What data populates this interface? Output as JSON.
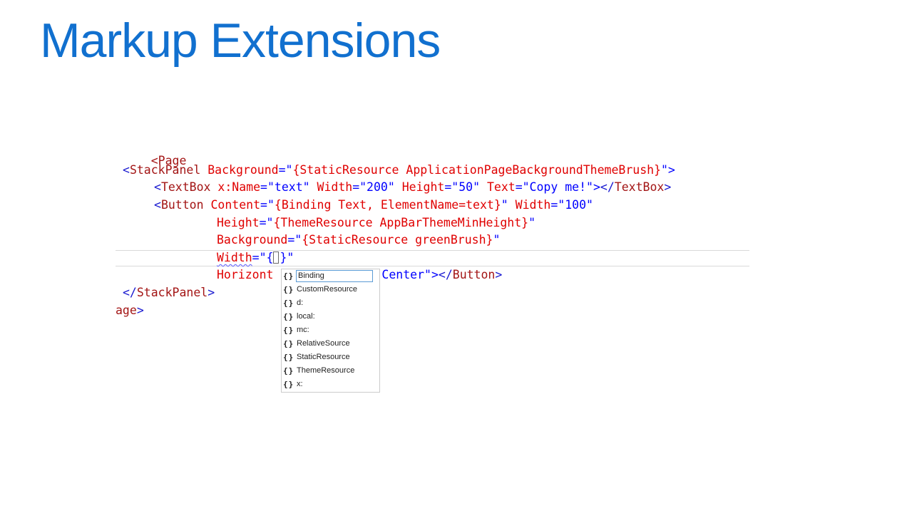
{
  "slide": {
    "title": "Markup Extensions"
  },
  "editor": {
    "top_fragment": "<Page",
    "stackpanel_open": {
      "lt": "<",
      "tag": "StackPanel",
      "attr": "Background",
      "eq": "=\"",
      "ext": "{StaticResource ApplicationPageBackgroundThemeBrush}",
      "close": "\">"
    },
    "textbox_line": {
      "lt": "<",
      "tag": "TextBox",
      "a1": " x:Name",
      "v1": "=\"text\"",
      "a2": " Width",
      "v2": "=\"200\"",
      "a3": " Height",
      "v3": "=\"50\"",
      "a4": " Text",
      "v4": "=\"Copy me!\">",
      "end": "</",
      "endtag": "TextBox",
      "endgt": ">"
    },
    "button_line": {
      "lt": "<",
      "tag": "Button",
      "a1": " Content",
      "eq1": "=\"",
      "ext1": "{Binding Text, ElementName=text}",
      "q1": "\"",
      "a2": " Width",
      "v2": "=\"100\""
    },
    "height_line": {
      "attr": "Height",
      "eq": "=\"",
      "ext": "{ThemeResource AppBarThemeMinHeight}",
      "q": "\""
    },
    "background_line": {
      "attr": "Background",
      "eq": "=\"",
      "ext": "{StaticResource greenBrush}",
      "q": "\""
    },
    "width_line": {
      "attr": "Width",
      "eq": "=\"",
      "brace_open": "{",
      "brace_close": "}",
      "q": "\""
    },
    "horizontal_line": {
      "attr": "Horizont",
      "tail": "'Center\">",
      "end": "</",
      "endtag": "Button",
      "endgt": ">"
    },
    "stackpanel_close": {
      "lt": "</",
      "tag": "StackPanel",
      "gt": ">"
    },
    "page_close": {
      "tag": "age",
      "gt": ">"
    }
  },
  "intellisense": {
    "icon": "braces-icon",
    "selected_index": 0,
    "items": [
      "Binding",
      "CustomResource",
      "d:",
      "local:",
      "mc:",
      "RelativeSource",
      "StaticResource",
      "ThemeResource",
      "x:"
    ]
  }
}
